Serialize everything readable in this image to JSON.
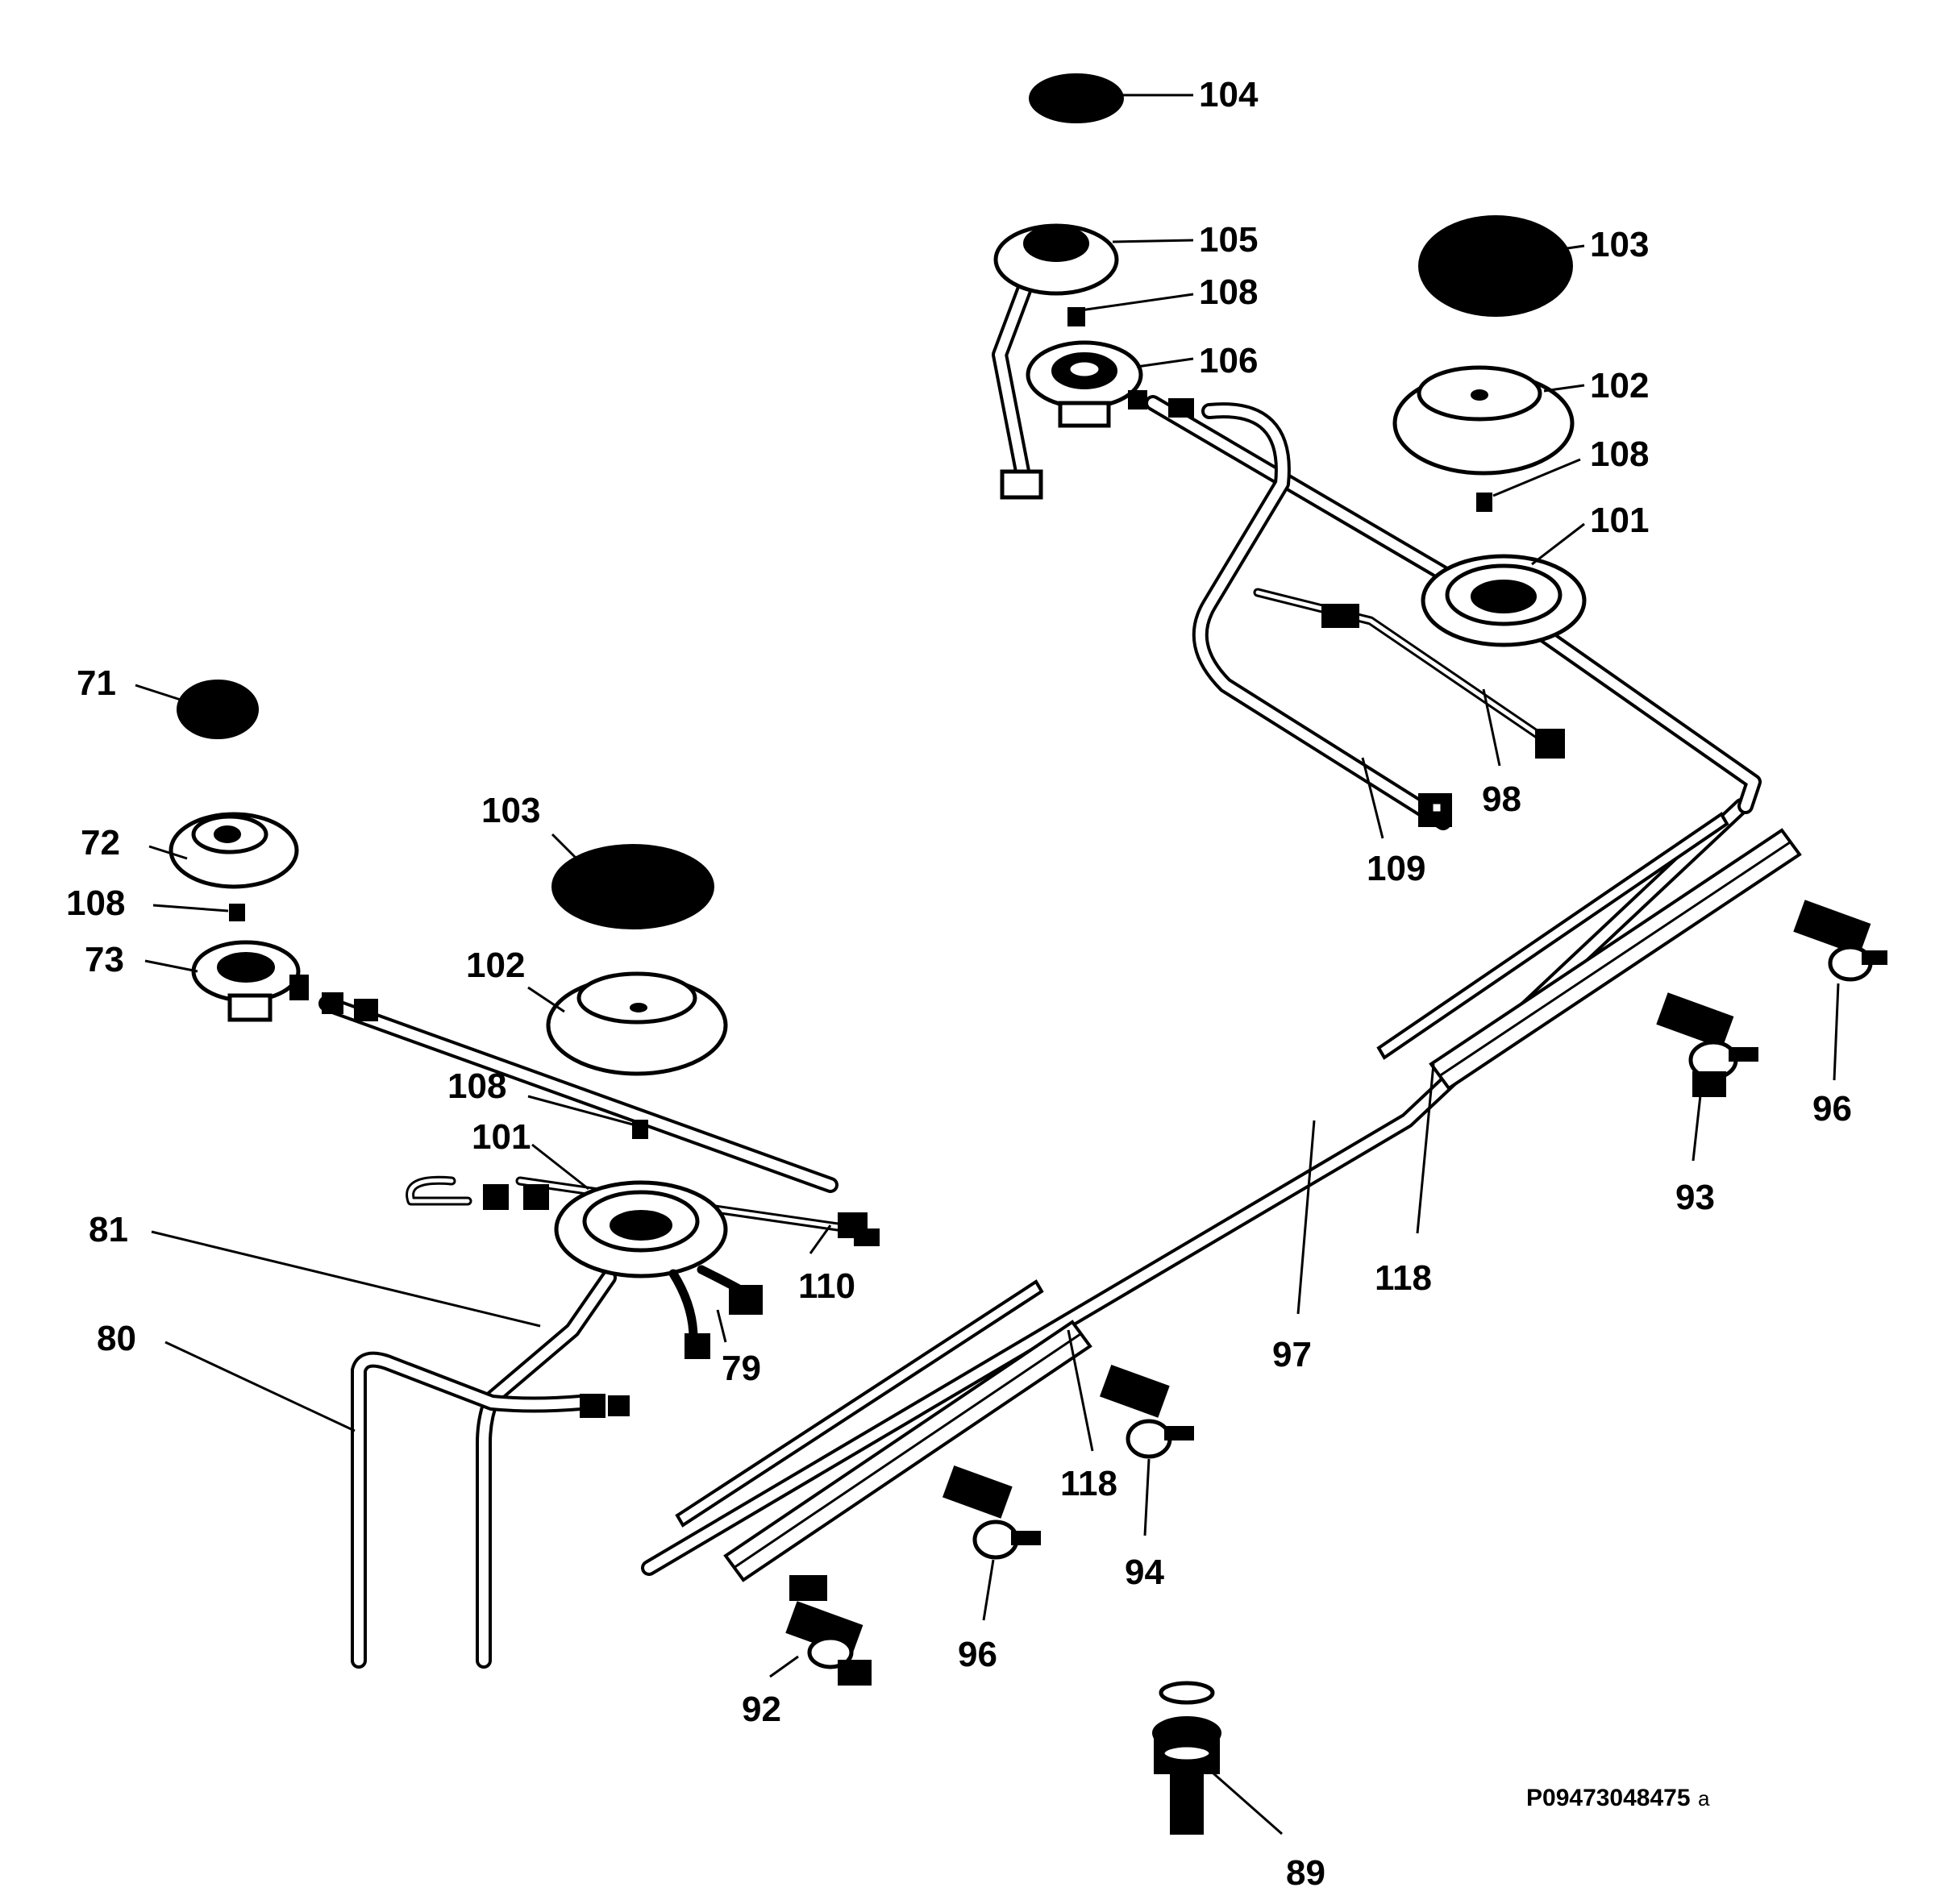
{
  "drawing_ref": "P09473048475",
  "drawing_ref_suffix": "a",
  "labels": {
    "l104": "104",
    "l105": "105",
    "l108a": "108",
    "l106": "106",
    "l103a": "103",
    "l102a": "102",
    "l108b": "108",
    "l101a": "101",
    "l98": "98",
    "l109": "109",
    "l71": "71",
    "l72": "72",
    "l108c": "108",
    "l73": "73",
    "l103b": "103",
    "l102b": "102",
    "l108d": "108",
    "l101b": "101",
    "l110": "110",
    "l81": "81",
    "l80": "80",
    "l79": "79",
    "l96a": "96",
    "l93": "93",
    "l118a": "118",
    "l97": "97",
    "l118b": "118",
    "l94": "94",
    "l96b": "96",
    "l92": "92",
    "l89": "89"
  }
}
